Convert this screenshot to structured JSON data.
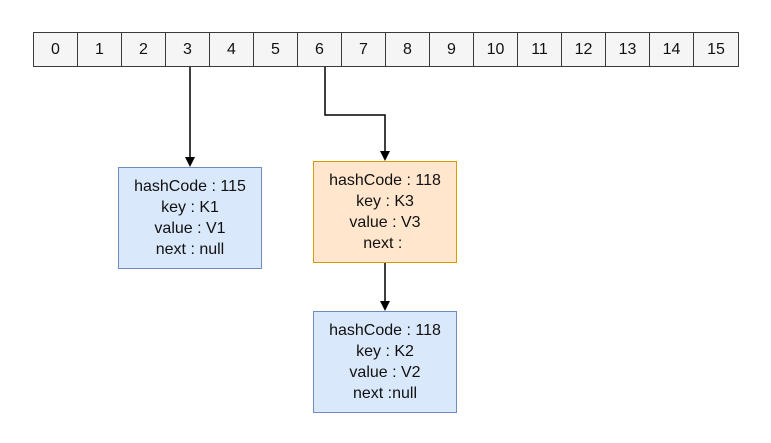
{
  "buckets": [
    "0",
    "1",
    "2",
    "3",
    "4",
    "5",
    "6",
    "7",
    "8",
    "9",
    "10",
    "11",
    "12",
    "13",
    "14",
    "15"
  ],
  "nodes": {
    "k1": {
      "hashcode": "hashCode : 115",
      "key": "key : K1",
      "value": "value : V1",
      "next": "next : null"
    },
    "k3": {
      "hashcode": "hashCode : 118",
      "key": "key : K3",
      "value": "value : V3",
      "next": "next : "
    },
    "k2": {
      "hashcode": "hashCode : 118",
      "key": "key : K2",
      "value": "value : V2",
      "next": "next :null"
    }
  },
  "colors": {
    "node_fill": "#dae8fc",
    "node_border": "#6c8ebf",
    "highlight_fill": "#ffe6cc",
    "highlight_border": "#d79b00",
    "bucket_fill": "#f5f5f5",
    "line": "#000000"
  }
}
